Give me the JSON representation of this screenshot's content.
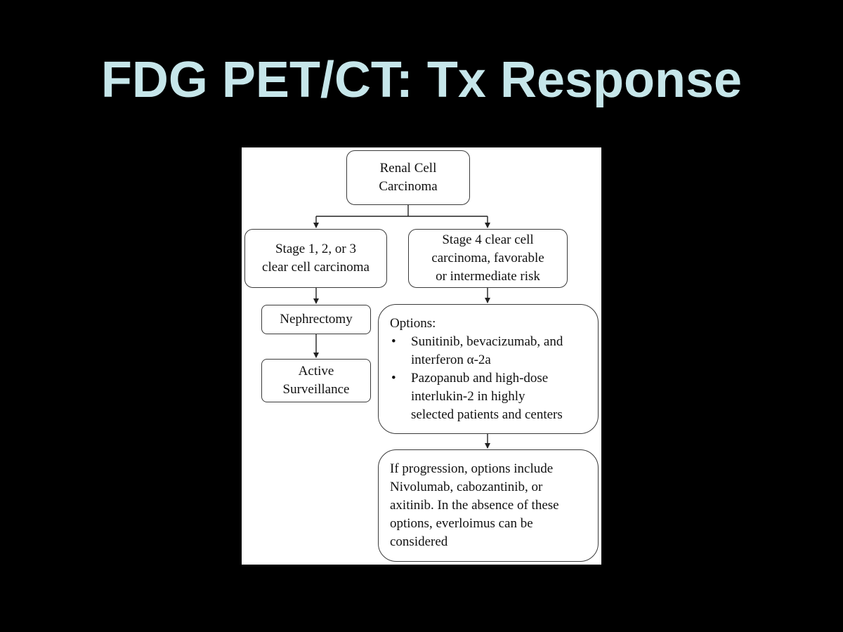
{
  "slide": {
    "title": "FDG PET/CT: Tx Response"
  },
  "diagram": {
    "root": {
      "lines": [
        "Renal Cell",
        "Carcinoma"
      ]
    },
    "left_branch": {
      "stage": {
        "lines": [
          "Stage 1, 2, or 3",
          "clear cell carcinoma"
        ]
      },
      "surgery": {
        "lines": [
          "Nephrectomy"
        ]
      },
      "followup": {
        "lines": [
          "Active",
          "Surveillance"
        ]
      }
    },
    "right_branch": {
      "stage": {
        "lines": [
          "Stage 4 clear cell",
          "carcinoma, favorable",
          "or intermediate risk"
        ]
      },
      "options": {
        "heading": "Options:",
        "bullet_symbol": "•",
        "items": [
          {
            "lines": [
              "Sunitinib, bevacizumab, and",
              "interferon α-2a"
            ]
          },
          {
            "lines": [
              "Pazopanub and high-dose",
              "interlukin-2 in highly",
              "selected patients and centers"
            ]
          }
        ]
      },
      "progression": {
        "lines": [
          "If progression, options include",
          "Nivolumab, cabozantinib, or",
          "axitinib. In the absence of these",
          "options, everloimus can be",
          "considered"
        ]
      }
    }
  }
}
